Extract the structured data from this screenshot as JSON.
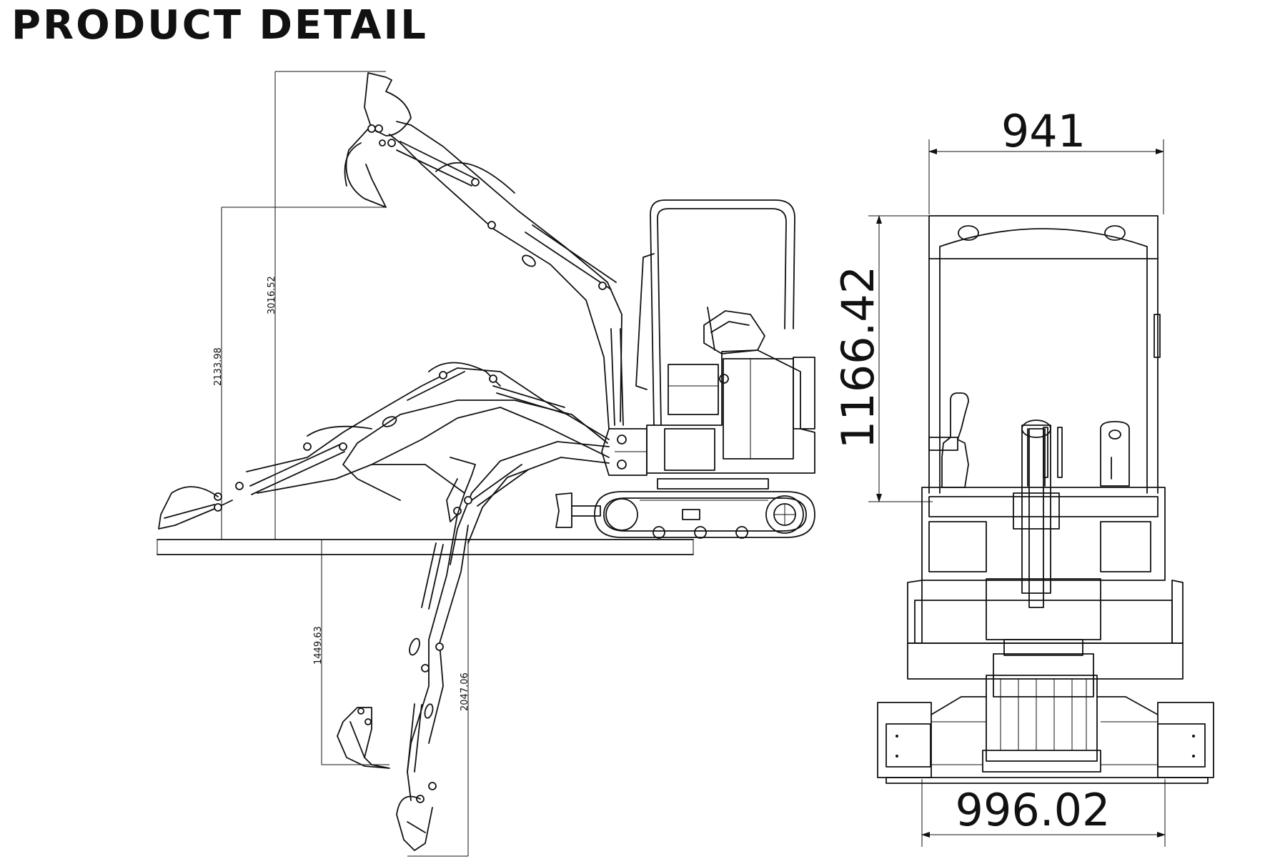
{
  "header": {
    "title": "PRODUCT DETAIL"
  },
  "side_view": {
    "dimensions": {
      "max_dig_height": "3016.52",
      "max_dump_height": "2133.98",
      "vertical_dig_depth": "1449.63",
      "max_dig_depth": "2047.06"
    }
  },
  "front_view": {
    "dimensions": {
      "canopy_width": "941",
      "canopy_height": "1166.42",
      "track_width": "996.02"
    }
  },
  "colors": {
    "line": "#111111",
    "background": "#ffffff"
  }
}
